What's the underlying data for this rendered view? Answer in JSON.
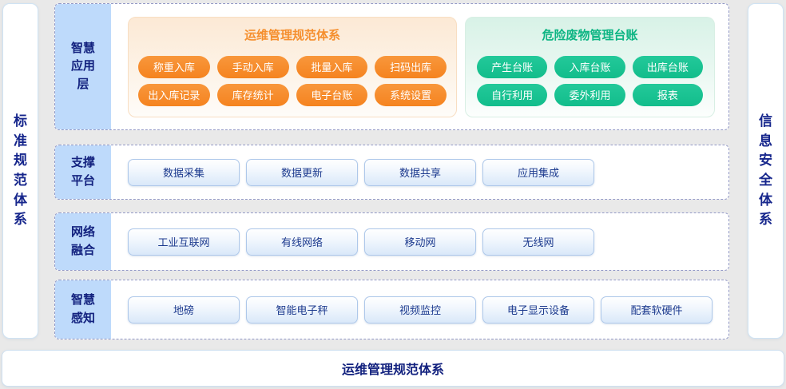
{
  "colors": {
    "page_background": "#e9e9e9",
    "navy_text": "#13227f",
    "layer_label_blue": "#bedafb",
    "dashed_border": "#9399c6",
    "orange_accent": "#f5831f",
    "green_accent": "#12bd8b",
    "blue_button_border": "#aec8ea",
    "blue_button_fill": "#d9e8f9"
  },
  "left_sidebar": {
    "label": "标准规范体系"
  },
  "right_sidebar": {
    "label": "信息安全体系"
  },
  "layers": [
    {
      "label": "智慧应用层",
      "panels": [
        {
          "title": "运维管理规范体系",
          "theme": "orange",
          "buttons": [
            "称重入库",
            "手动入库",
            "批量入库",
            "扫码出库",
            "出入库记录",
            "库存统计",
            "电子台账",
            "系统设置"
          ]
        },
        {
          "title": "危险废物管理台账",
          "theme": "green",
          "buttons": [
            "产生台账",
            "入库台账",
            "出库台账",
            "自行利用",
            "委外利用",
            "报表"
          ]
        }
      ]
    },
    {
      "label": "支撑平台",
      "buttons": [
        "数据采集",
        "数据更新",
        "数据共享",
        "应用集成"
      ]
    },
    {
      "label": "网络融合",
      "buttons": [
        "工业互联网",
        "有线网络",
        "移动网",
        "无线网"
      ]
    },
    {
      "label": "智慧感知",
      "buttons": [
        "地磅",
        "智能电子秤",
        "视频监控",
        "电子显示设备",
        "配套软硬件"
      ]
    }
  ],
  "footer": {
    "label": "运维管理规范体系"
  }
}
